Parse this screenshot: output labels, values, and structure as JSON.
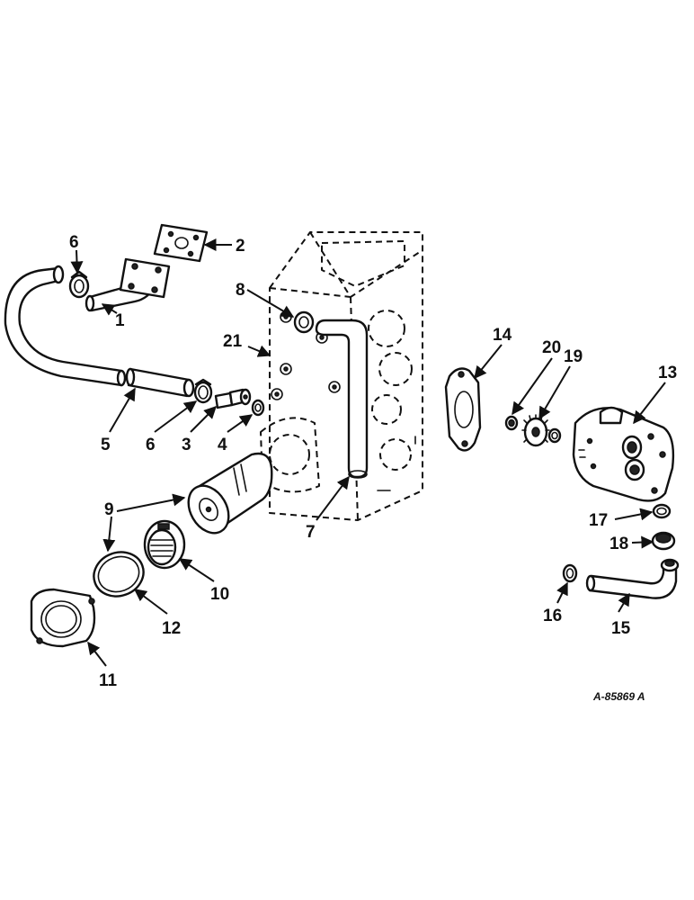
{
  "diagram": {
    "figure_number": "A-85869 A",
    "callouts": {
      "c1": "1",
      "c2": "2",
      "c3": "3",
      "c4": "4",
      "c5": "5",
      "c6a": "6",
      "c6b": "6",
      "c7": "7",
      "c8": "8",
      "c9": "9",
      "c10": "10",
      "c11": "11",
      "c12": "12",
      "c13": "13",
      "c14": "14",
      "c15": "15",
      "c16": "16",
      "c17": "17",
      "c18": "18",
      "c19": "19",
      "c20": "20",
      "c21": "21"
    }
  }
}
